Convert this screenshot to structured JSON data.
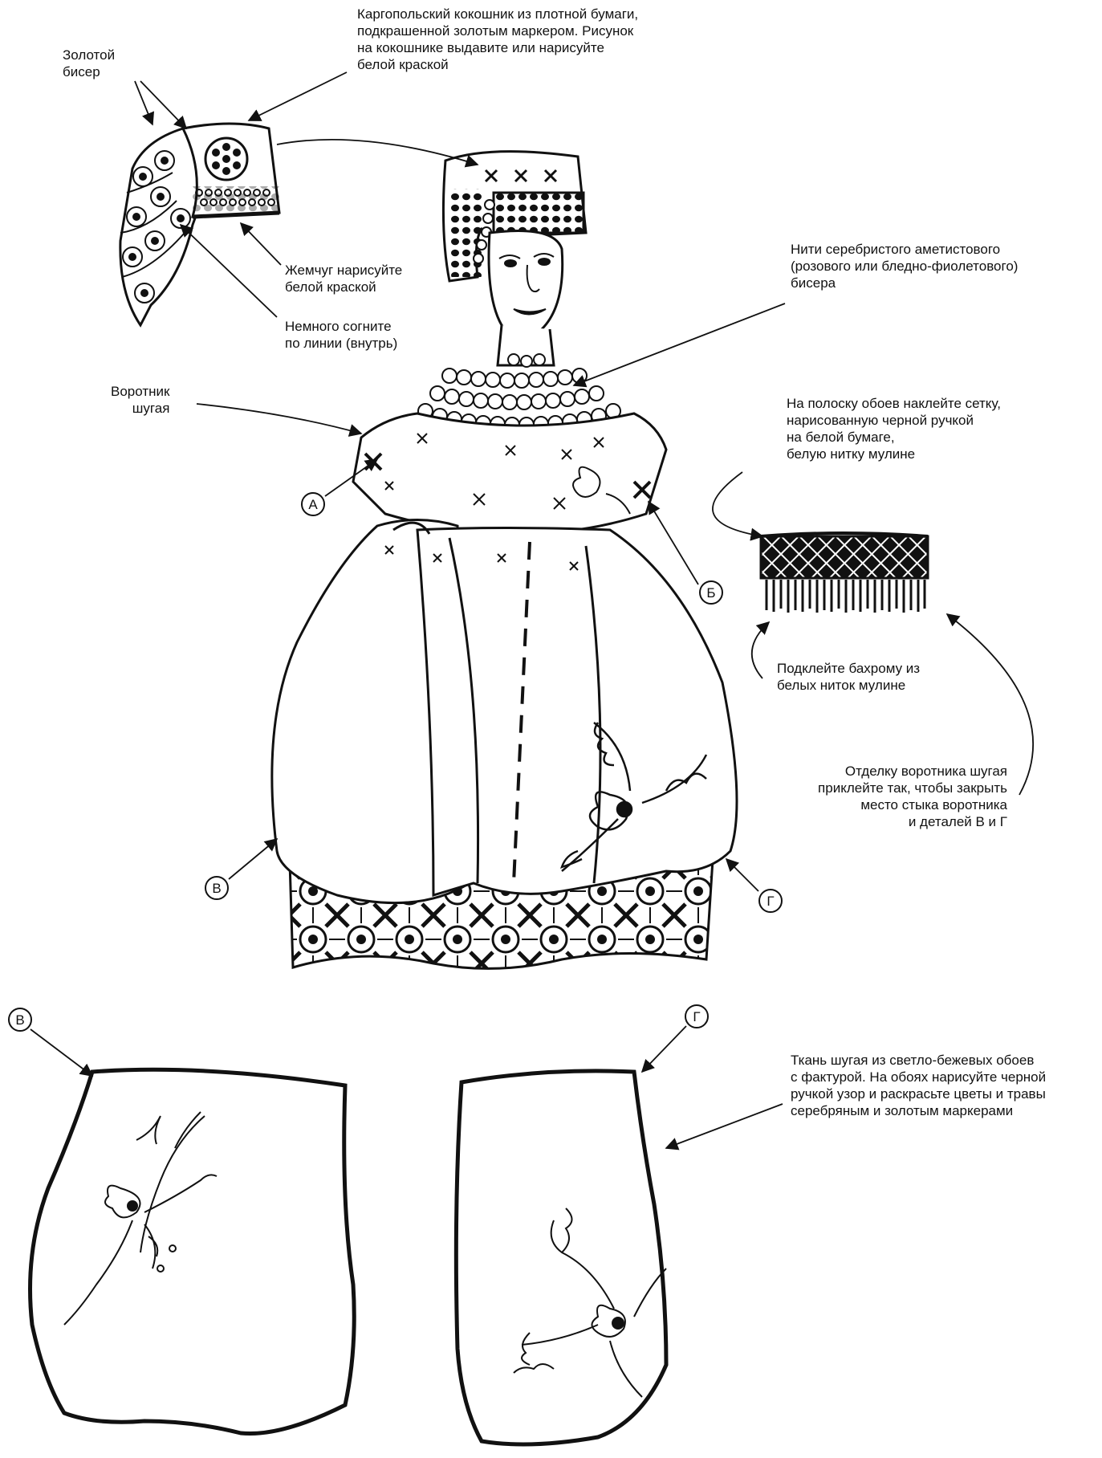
{
  "notes": {
    "gold_beads": "Золотой\nбисер",
    "kokoshnik": "Каргопольский кокошник из плотной бумаги,\nподкрашенной золотым маркером. Рисунок\nна кокошнике выдавите или нарисуйте\nбелой краской",
    "pearls": "Жемчуг нарисуйте\nбелой краской",
    "fold": "Немного согните\nпо линии (внутрь)",
    "amethyst": "Нити серебристого аметистового\n(розового или бледно-фиолетового)\nбисера",
    "collar": "Воротник\nшугая",
    "strip": "На полоску обоев наклейте сетку,\nнарисованную черной ручкой\nна белой бумаге,\nбелую нитку мулине",
    "fringe": "Подклейте бахрому из\nбелых ниток мулине",
    "trim": "Отделку воротника шугая\nприклейте так, чтобы закрыть\nместо стыка воротника\nи деталей В и Г",
    "fabric": "Ткань шугая из светло-бежевых обоев\nс фактурой. На обоях нарисуйте черной\nручкой узор и раскрасьте цветы и травы\nсеребряным и золотым маркерами"
  },
  "markers": {
    "a": "А",
    "b": "Б",
    "v": "В",
    "g": "Г",
    "v_piece": "В",
    "g_piece": "Г"
  },
  "colors": {
    "ink": "#111111",
    "paper": "#ffffff"
  }
}
